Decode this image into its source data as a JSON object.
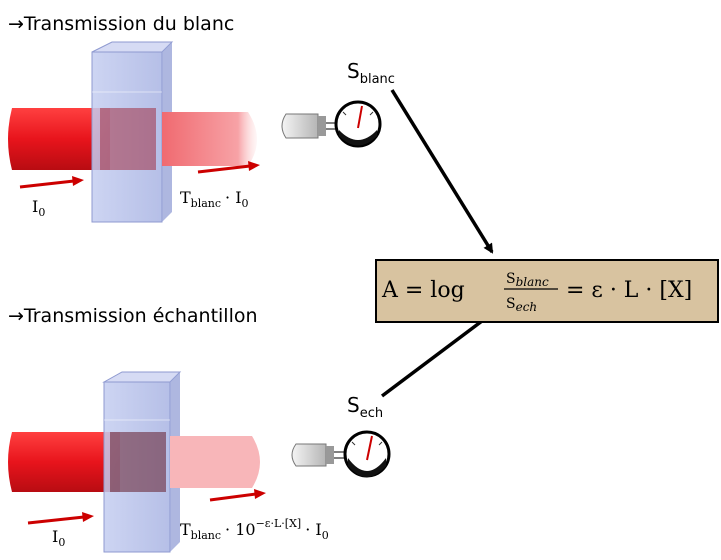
{
  "sections": {
    "blank": {
      "arrow": "→",
      "title": "Transmission du blanc"
    },
    "sample": {
      "arrow": "→",
      "title": "Transmission échantillon"
    }
  },
  "beams": {
    "blank": {
      "incident_label": "I",
      "incident_sub": "0",
      "output_label": "T",
      "output_sub": "blanc",
      "output_tail": "· I",
      "output_tail_sub": "0"
    },
    "sample": {
      "incident_label": "I",
      "incident_sub": "0",
      "output_label": "T",
      "output_sub": "blanc",
      "output_mid": "· 10",
      "output_exp": "−ε·L·[X]",
      "output_tail": "· I",
      "output_tail_sub": "0"
    }
  },
  "signals": {
    "blank": {
      "label": "S",
      "sub": "blanc"
    },
    "sample": {
      "label": "S",
      "sub": "ech"
    }
  },
  "formula": {
    "lhs": "A = log",
    "num": "S",
    "num_sub": "blanc",
    "den": "S",
    "den_sub": "ech",
    "rhs": "= ε · L · [X]"
  },
  "colors": {
    "beam_red": "#e8141c",
    "beam_light": "#f48a8e",
    "cuvette": "#b9c3ea",
    "formula_bg": "#d8c3a0"
  }
}
